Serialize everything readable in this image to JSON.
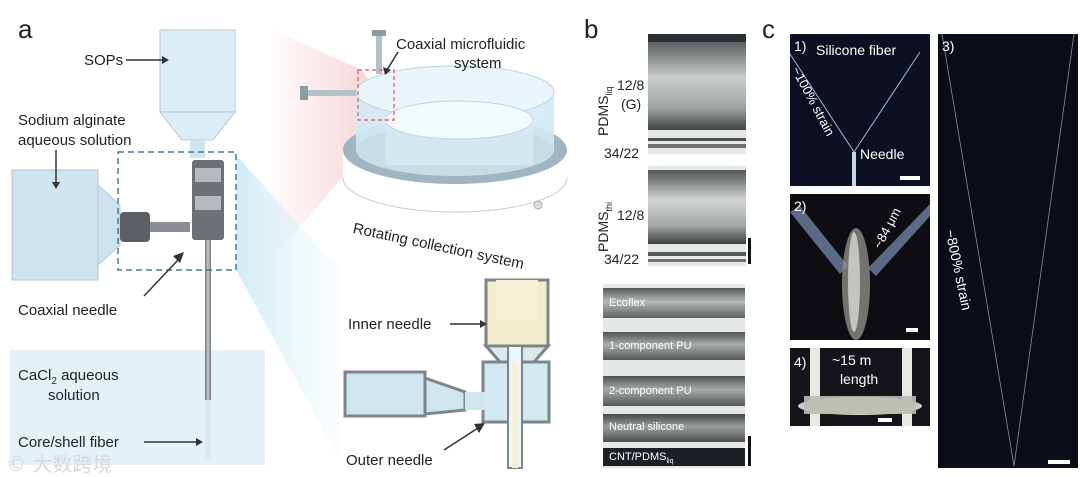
{
  "panel_a": {
    "letter": "a",
    "sops": "SOPs",
    "alginate_1": "Sodium alginate",
    "alginate_2": "aqueous solution",
    "coaxial_needle": "Coaxial needle",
    "cacl2_1": "CaCl",
    "cacl2_sub": "2",
    "cacl2_2": " aqueous",
    "cacl2_3": "solution",
    "core_shell": "Core/shell fiber",
    "micro_1": "Coaxial microfluidic",
    "micro_2": "system",
    "rotating": "Rotating collection system",
    "inner_needle": "Inner needle",
    "outer_needle": "Outer needle"
  },
  "panel_b": {
    "letter": "b",
    "pdms_liq": "PDMS",
    "pdms_liq_sub": "liq",
    "pdms_thi": "PDMS",
    "pdms_thi_sub": "thi",
    "g1": "12/8",
    "g1b": "(G)",
    "g2": "34/22",
    "g3": "12/8",
    "g4": "34/22",
    "materials": [
      "Ecoflex",
      "1-component PU",
      "2-component PU",
      "Neutral silicone",
      "CNT/PDMS"
    ],
    "cnt_sub": "liq"
  },
  "panel_c": {
    "letter": "c",
    "p1": "1)",
    "silicone_fiber": "Silicone fiber",
    "strain100": "~100% strain",
    "needle": "Needle",
    "p2": "2)",
    "um84": "~84 μm",
    "p3": "3)",
    "strain800": "~800% strain",
    "p4": "4)",
    "m15": "~15 m",
    "length": "length"
  },
  "watermark": "© 大数跨境"
}
